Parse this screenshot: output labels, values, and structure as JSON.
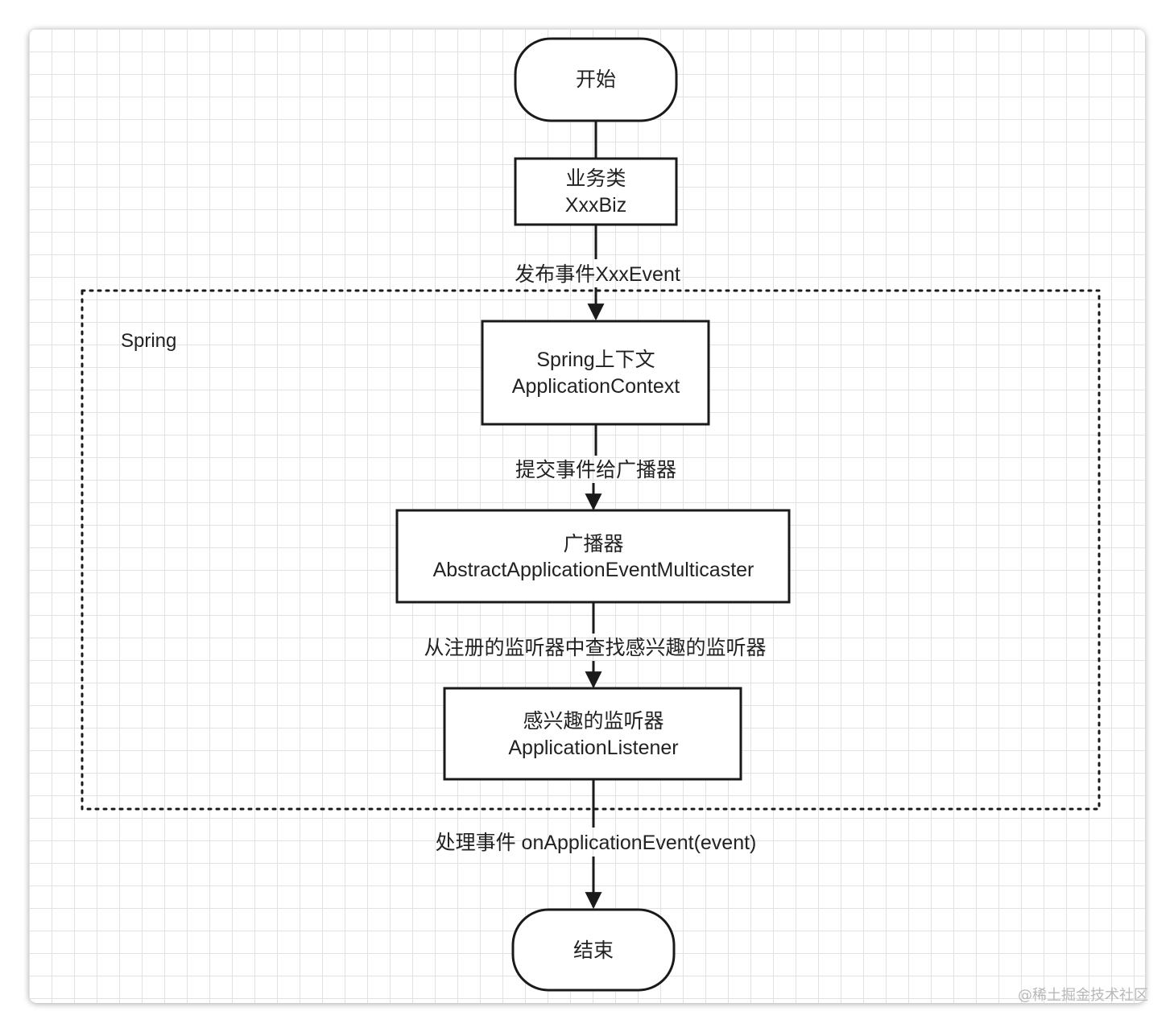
{
  "diagram": {
    "start": {
      "label": "开始"
    },
    "biz": {
      "line1": "业务类",
      "line2": "XxxBiz"
    },
    "edge_publish": {
      "label": "发布事件XxxEvent"
    },
    "spring_group": {
      "label": "Spring"
    },
    "context": {
      "line1": "Spring上下文",
      "line2": "ApplicationContext"
    },
    "edge_submit": {
      "label": "提交事件给广播器"
    },
    "multicaster": {
      "line1": "广播器",
      "line2": "AbstractApplicationEventMulticaster"
    },
    "edge_find": {
      "label": "从注册的监听器中查找感兴趣的监听器"
    },
    "listener": {
      "line1": "感兴趣的监听器",
      "line2": "ApplicationListener"
    },
    "edge_handle": {
      "label": "处理事件 onApplicationEvent(event)"
    },
    "end": {
      "label": "结束"
    }
  },
  "watermark": "@稀土掘金技术社区",
  "colors": {
    "stroke": "#1a1a1a",
    "text": "#222222",
    "grid": "#e2e2e2"
  }
}
